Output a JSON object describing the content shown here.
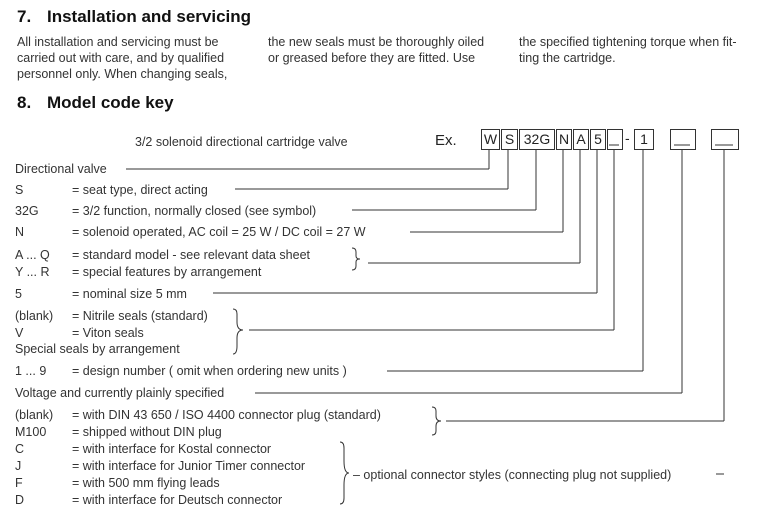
{
  "section7": {
    "number": "7.",
    "title": "Installation and servicing",
    "col1": [
      "All installation and servicing  must be",
      "carried out with care, and by qualified",
      "personnel only. When changing seals,"
    ],
    "col2": [
      "the new seals must be thoroughly oiled",
      "or greased before they are fitted. Use"
    ],
    "col3": [
      "the specified tightening torque when fit-",
      "ting the cartridge."
    ]
  },
  "section8": {
    "number": "8.",
    "title": "Model code key",
    "caption": "3/2 solenoid directional cartridge valve",
    "example_label": "Ex.",
    "code_boxes": [
      "W",
      "S",
      "32G",
      "N",
      "A",
      "5",
      "",
      "-",
      "1",
      "",
      ""
    ],
    "rows": {
      "directional": "Directional valve",
      "s_code": "S",
      "s_desc": "= seat type, direct acting",
      "g_code": "32G",
      "g_desc": "= 3/2 function, normally closed (see symbol)",
      "n_code": "N",
      "n_desc": "= solenoid operated, AC coil = 25 W  / DC coil = 27 W",
      "aq_code": "A ... Q",
      "aq_desc": "= standard  model - see relevant data sheet",
      "yr_code": "Y ... R",
      "yr_desc": "= special features by arrangement",
      "five_code": "5",
      "five_desc": "= nominal size 5 mm",
      "blank_code": "(blank)",
      "blank_desc": "= Nitrile seals (standard)",
      "v_code": "V",
      "v_desc": "= Viton seals",
      "special": "Special seals by arrangement",
      "design_code": "1 ... 9",
      "design_desc": "= design number ( omit when ordering new units )",
      "voltage": "Voltage and currently plainly specified",
      "din_code": "(blank)",
      "din_desc": "= with DIN 43 650 / ISO 4400 connector plug (standard)",
      "m100_code": "M100",
      "m100_desc": "= shipped without DIN plug",
      "c_code": "C",
      "c_desc": "= with interface for Kostal connector",
      "j_code": "J",
      "j_desc": "= with interface for Junior Timer connector",
      "f_code": "F",
      "f_desc": "= with 500 mm flying leads",
      "d_code": "D",
      "d_desc": "= with interface for Deutsch connector",
      "optional": "– optional connector styles (connecting plug not supplied)"
    }
  }
}
